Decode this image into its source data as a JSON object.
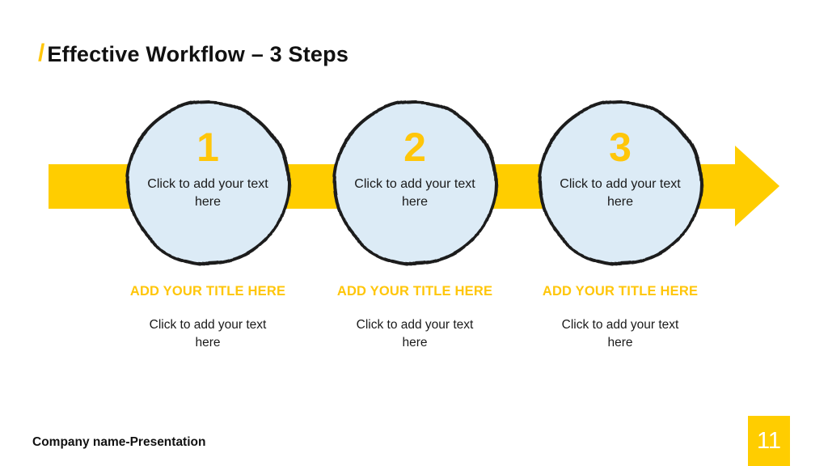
{
  "slide": {
    "title": {
      "slash": "/",
      "text": "Effective Workflow – 3 Steps"
    },
    "steps": [
      {
        "number": "1",
        "circle_text": "Click to add your text here",
        "caption_title": "ADD YOUR TITLE HERE",
        "caption_body": "Click to add your text here"
      },
      {
        "number": "2",
        "circle_text": "Click to add your text here",
        "caption_title": "ADD YOUR TITLE HERE",
        "caption_body": "Click to add your text here"
      },
      {
        "number": "3",
        "circle_text": "Click to add your text here",
        "caption_title": "ADD YOUR TITLE HERE",
        "caption_body": "Click to add your text here"
      }
    ],
    "footer": {
      "company": "Company name-Presentation",
      "page_number": "11"
    }
  },
  "icons": {
    "process_arrow": "right-arrow"
  },
  "colors": {
    "yellow_primary": "#ffcd00",
    "yellow_text": "#ffc60a",
    "circle_fill": "#dcebf6",
    "circle_stroke": "#1e1e1e",
    "text_dark": "#1a1a1a",
    "text_black": "#111111"
  }
}
